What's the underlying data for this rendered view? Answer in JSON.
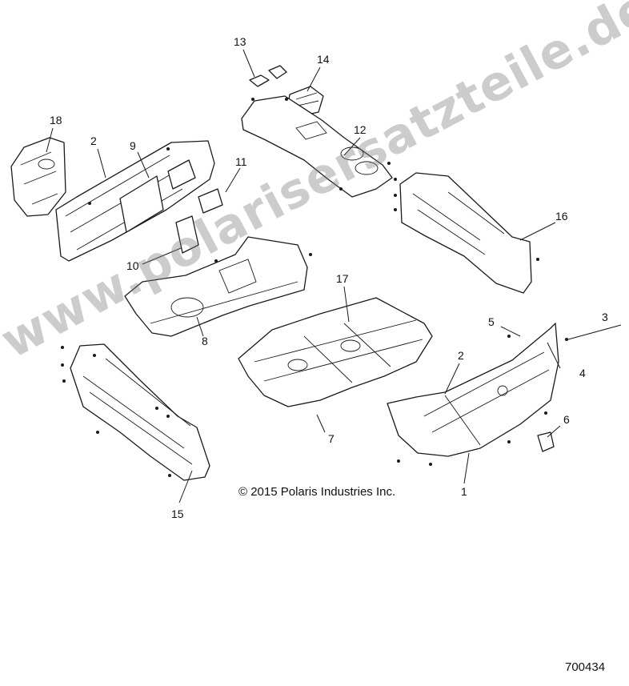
{
  "callouts": [
    {
      "id": "1",
      "text": "1"
    },
    {
      "id": "2a",
      "text": "2"
    },
    {
      "id": "2b",
      "text": "2"
    },
    {
      "id": "3",
      "text": "3"
    },
    {
      "id": "4",
      "text": "4"
    },
    {
      "id": "5",
      "text": "5"
    },
    {
      "id": "6",
      "text": "6"
    },
    {
      "id": "7",
      "text": "7"
    },
    {
      "id": "8",
      "text": "8"
    },
    {
      "id": "9",
      "text": "9"
    },
    {
      "id": "10",
      "text": "10"
    },
    {
      "id": "11",
      "text": "11"
    },
    {
      "id": "12",
      "text": "12"
    },
    {
      "id": "13",
      "text": "13"
    },
    {
      "id": "14",
      "text": "14"
    },
    {
      "id": "15",
      "text": "15"
    },
    {
      "id": "16",
      "text": "16"
    },
    {
      "id": "17",
      "text": "17"
    },
    {
      "id": "18",
      "text": "18"
    }
  ],
  "copyright": "© 2015 Polaris Industries Inc.",
  "drawing_number": "700434",
  "watermark": "www.polarisersatzteile.de",
  "colors": {
    "line": "#1a1a1a",
    "background": "#ffffff",
    "watermark": "#787878"
  }
}
